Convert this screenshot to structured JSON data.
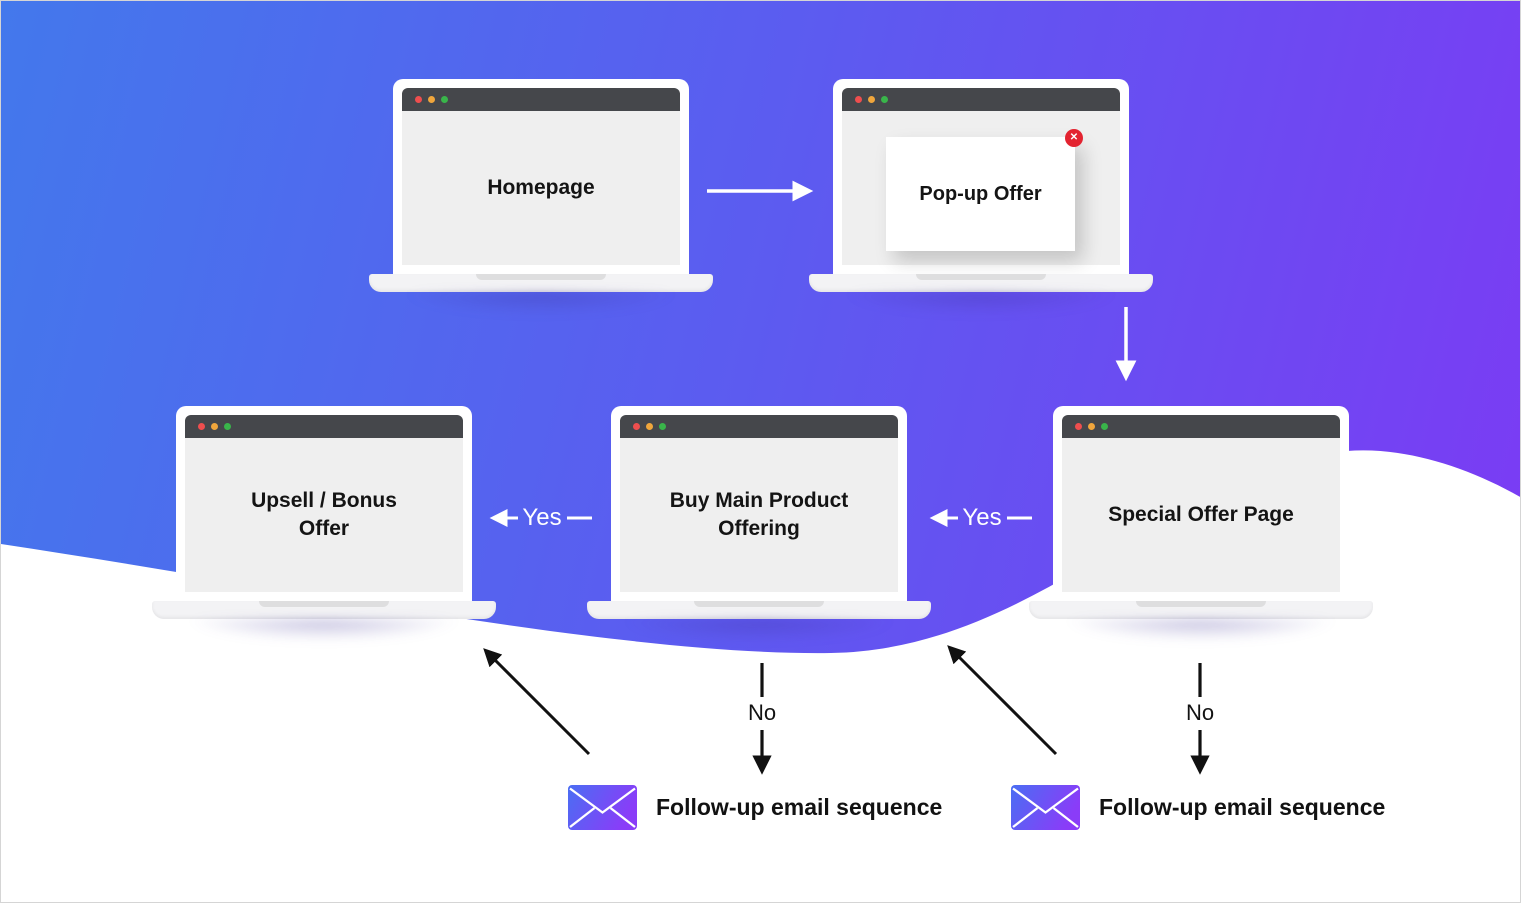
{
  "nodes": {
    "homepage": {
      "label": "Homepage"
    },
    "popup_offer": {
      "label": "Pop-up Offer"
    },
    "upsell_bonus": {
      "label": "Upsell / Bonus Offer"
    },
    "buy_main": {
      "label": "Buy Main Product Offering"
    },
    "special_offer": {
      "label": "Special Offer Page"
    }
  },
  "edge_labels": {
    "yes_special_to_buy": "Yes",
    "yes_buy_to_upsell": "Yes",
    "no_from_buy": "No",
    "no_from_special": "No"
  },
  "email_sequences": [
    {
      "label": "Follow-up email sequence"
    },
    {
      "label": "Follow-up email sequence"
    }
  ],
  "icons": {
    "popup_close_glyph": "✕",
    "envelope": "envelope-icon",
    "browser_dots": [
      "red-dot",
      "yellow-dot",
      "green-dot"
    ]
  },
  "colors": {
    "background_gradient_start": "#4378ec",
    "background_gradient_end": "#7d39f4",
    "wave": "#ffffff",
    "titlebar": "#45474b",
    "screen": "#efefef",
    "dot_red": "#ee4e4e",
    "dot_yellow": "#f0a63c",
    "dot_green": "#39b54a",
    "popup_close_red": "#e32330",
    "envelope_gradient_start": "#4a6ef3",
    "envelope_gradient_end": "#8a3cf8",
    "arrow_white": "#ffffff",
    "arrow_black": "#111111"
  }
}
